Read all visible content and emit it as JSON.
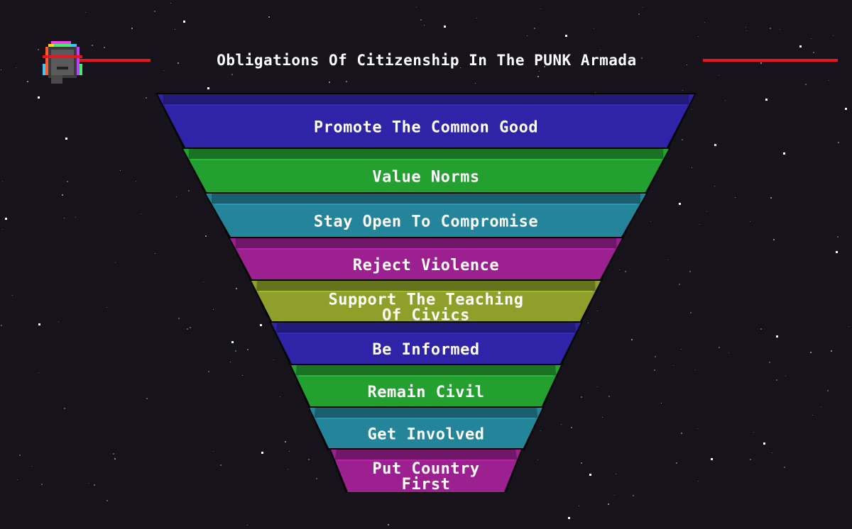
{
  "title": "Obligations Of Citizenship In The PUNK Armada",
  "colors": {
    "background": "#16131a",
    "title_line": "#e8141e",
    "blue": "#2f24a8",
    "green": "#24a030",
    "teal": "#23849a",
    "magenta": "#9c2090",
    "olive": "#8ea02a"
  },
  "icons": {
    "avatar": "pixel-punk-avatar-icon"
  },
  "tiers": [
    {
      "lines": [
        "Promote The Common Good"
      ],
      "color": "#2f24a8"
    },
    {
      "lines": [
        "Value Norms"
      ],
      "color": "#24a030"
    },
    {
      "lines": [
        "Stay Open To Compromise"
      ],
      "color": "#23849a"
    },
    {
      "lines": [
        "Reject Violence"
      ],
      "color": "#9c2090"
    },
    {
      "lines": [
        "Support The Teaching",
        "Of Civics"
      ],
      "color": "#8ea02a"
    },
    {
      "lines": [
        "Be Informed"
      ],
      "color": "#2f24a8"
    },
    {
      "lines": [
        "Remain Civil"
      ],
      "color": "#24a030"
    },
    {
      "lines": [
        "Get Involved"
      ],
      "color": "#23849a"
    },
    {
      "lines": [
        "Put Country",
        "First"
      ],
      "color": "#9c2090"
    }
  ]
}
